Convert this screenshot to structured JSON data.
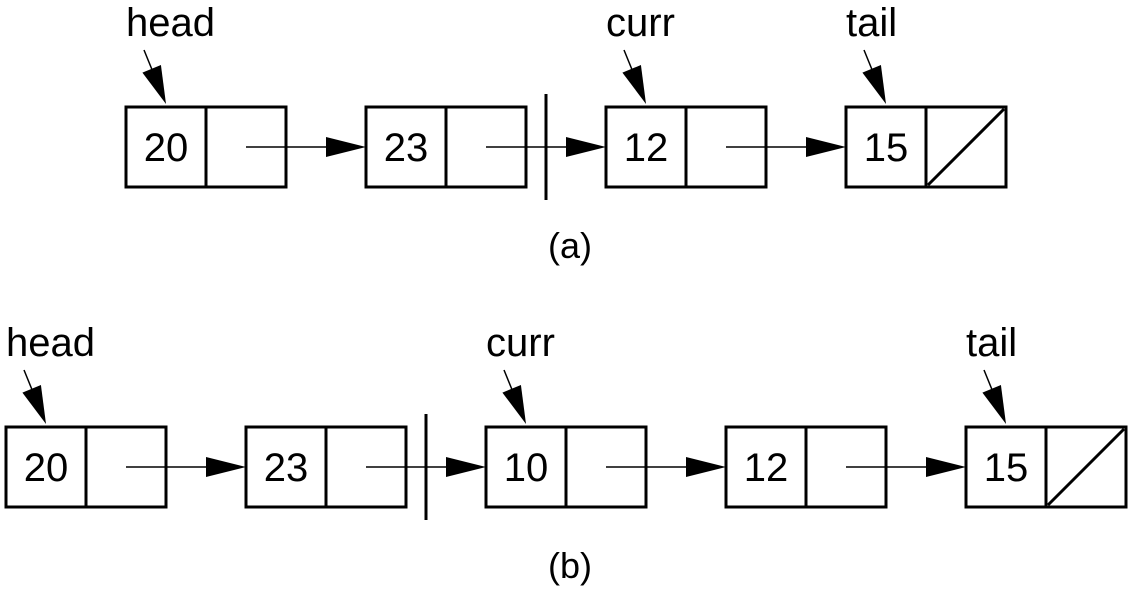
{
  "diagrams": [
    {
      "caption": "(a)",
      "nodes": [
        {
          "value": "20"
        },
        {
          "value": "23"
        },
        {
          "value": "12"
        },
        {
          "value": "15"
        }
      ],
      "pointers": [
        {
          "name": "head",
          "node": 0
        },
        {
          "name": "curr",
          "node": 2
        },
        {
          "name": "tail",
          "node": 3
        }
      ],
      "fence_after_node": 1
    },
    {
      "caption": "(b)",
      "nodes": [
        {
          "value": "20"
        },
        {
          "value": "23"
        },
        {
          "value": "10"
        },
        {
          "value": "12"
        },
        {
          "value": "15"
        }
      ],
      "pointers": [
        {
          "name": "head",
          "node": 0
        },
        {
          "name": "curr",
          "node": 2
        },
        {
          "name": "tail",
          "node": 4
        }
      ],
      "fence_after_node": 1
    }
  ]
}
